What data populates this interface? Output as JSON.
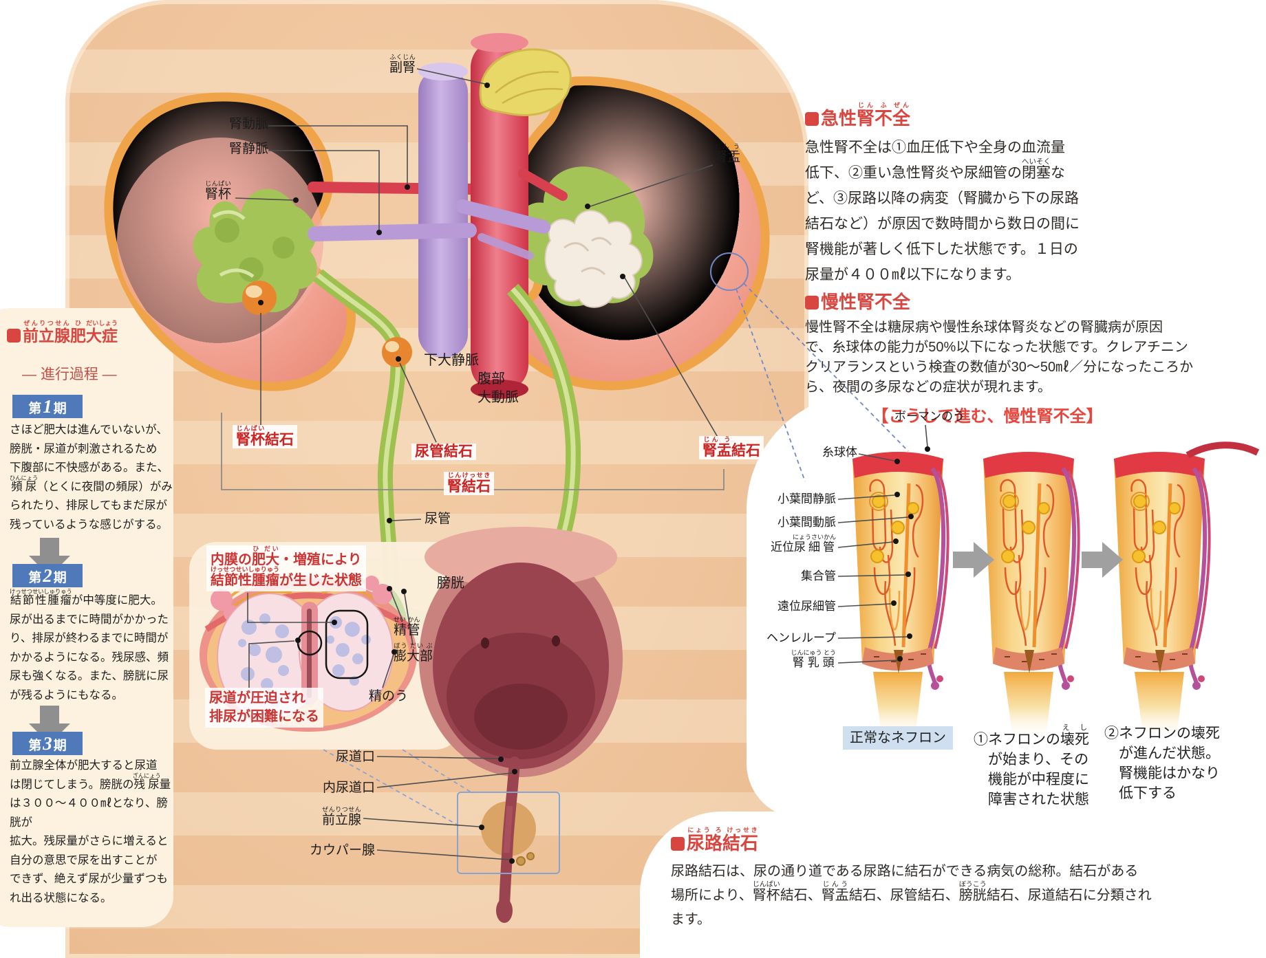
{
  "colors": {
    "accent_red": "#d9453f",
    "badge_blue": "#4f79b8",
    "caption_bg": "#cfdff0",
    "skin": "#efc49c"
  },
  "left_panel": {
    "heading": "{前立腺|ぜんりつせん}{肥|ひ}{大症|だいしょう}",
    "subheading": "― 進行過程 ―",
    "stage_prefix": "第",
    "stage_suffix": "期",
    "stages": [
      {
        "num": "1",
        "body": "さほど肥大は進んでいないが、\n膀胱・尿道が刺激されるため\n下腹部に不快感がある。また、\n{頻尿|ひんにょう}（とくに夜間の頻尿）がみ\nられたり、排尿してもまだ尿が\n残っているような感じがする。"
      },
      {
        "num": "2",
        "body": "{結節性腫瘤|けっせつせいしゅりゅう}が中等度に肥大。\n尿が出るまでに時間がかかった\nり、排尿が終わるまでに時間が\nかかるようになる。残尿感、頻\n尿も強くなる。また、膀胱に尿\nが残るようにもなる。"
      },
      {
        "num": "3",
        "body": "前立腺全体が肥大すると尿道\nは閉じてしまう。膀胱の{残尿|ざんにょう}量\nは３００〜４００㎖となり、膀胱が\n拡大。残尿量がさらに増えると\n自分の意思で尿を出すことが\nできず、絶えず尿が少量ずつも\nれ出る状態になる。"
      }
    ]
  },
  "right_panel": {
    "acute": {
      "heading": "急性{腎不全|じん ふ ぜん}",
      "body": "急性腎不全は①血圧低下や全身の血流量\n低下、②重い急性腎炎や尿細管の{閉塞|へいそく}な\nど、③尿路以降の病変（腎臓から下の尿路\n結石など）が原因で数時間から数日の間に\n腎機能が著しく低下した状態です。１日の\n尿量が４００㎖以下になります。"
    },
    "chronic": {
      "heading": "慢性腎不全",
      "body": "慢性腎不全は糖尿病や慢性糸球体腎炎などの腎臓病が原因\nで、糸球体の能力が50%以下になった状態です。クレアチニン\nクリアランスという検査の数値が30〜50㎖／分になったころか\nら、夜間の多尿などの症状が現れます。"
    }
  },
  "nephron_section": {
    "title": "【こうして進む、慢性腎不全】",
    "labels": {
      "bowman": "ボーマンのう",
      "glomerulus": "糸球体",
      "interlobular_vein": "小葉間静脈",
      "interlobular_artery": "小葉間動脈",
      "proximal_tubule": "近位{尿細管|にょうさいかん}",
      "collecting_duct": "集合管",
      "distal_tubule": "遠位尿細管",
      "henle_loop": "ヘンレループ",
      "renal_papilla": "{腎乳頭|じんにゅう とう}"
    },
    "caption_normal": "正常なネフロン",
    "caption_1": "①ネフロンの{壊死|え し}\n　が始まり、その\n　機能が中程度に\n　障害された状態",
    "caption_2": "②ネフロンの壊死\n　が進んだ状態。\n　腎機能はかなり\n　低下する"
  },
  "urolithiasis": {
    "heading": "{尿路結石|にょう ろ けっせき}",
    "body": "尿路結石は、尿の通り道である尿路に結石ができる病気の総称。結石がある\n場所により、{腎杯|じんぱい}結石、{腎盂|じんう}結石、尿管結石、{膀胱|ぼうこう}結石、尿道結石に分類され\nます。"
  },
  "anatomy": {
    "adrenal": "{副腎|ふくじん}",
    "renal_artery": "腎動脈",
    "renal_vein": "腎静脈",
    "renal_calyx": "{腎杯|じんぱい}",
    "renal_pelvis": "{腎盂|じん う}",
    "ivc": "下大静脈",
    "aorta": "腹部\n大動脈",
    "calyx_stone": "{腎杯|じんぱい}結石",
    "ureter_stone": "尿管結石",
    "pelvis_stone": "{腎盂|じん う}結石",
    "kidney_stone": "{腎結石|じんけっせき}",
    "ureter": "尿管",
    "bladder": "膀胱",
    "urethral_meatus": "尿道口",
    "internal_meatus": "内尿道口",
    "prostate": "{前立腺|ぜんりつせん}",
    "cowper": "カウパー腺"
  },
  "inset": {
    "note_top": "内膜の{肥大|ひ だい}・増殖により\n{結節性腫瘤|けっせつせいしゅりゅう}が生じた状態",
    "vas_deferens": "{精管|せい かん}",
    "ampulla": "{膨大部|ぼう だい ぶ}",
    "seminal_vesicle": "精のう",
    "note_bottom": "尿道が圧迫され\n排尿が困難になる"
  }
}
